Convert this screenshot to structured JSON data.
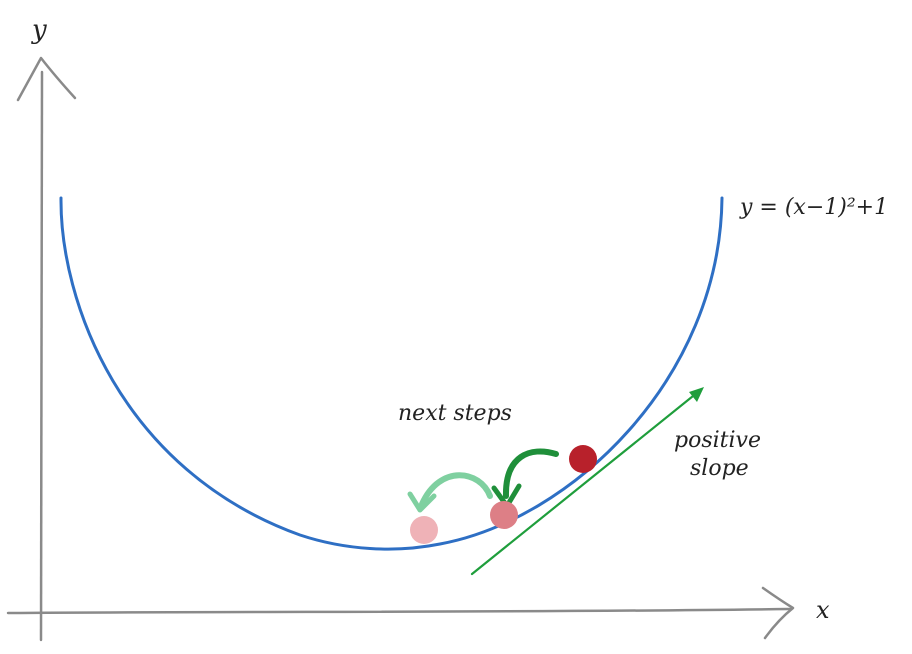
{
  "diagram": {
    "axes": {
      "x_label": "x",
      "y_label": "y"
    },
    "curve": {
      "equation_label": "y = (x−1)²+1",
      "color": "#2e6fc4"
    },
    "annotations": {
      "next_steps": "next steps",
      "slope_line1": "positive",
      "slope_line2": "slope"
    },
    "colors": {
      "axis": "#8a8a8a",
      "tangent": "#1f9e3c",
      "arrow_dark": "#1f8f3a",
      "arrow_light": "#7fd0a0",
      "ball_current": "#b8212b",
      "ball_next": "#dd7f86",
      "ball_final": "#efb2b7"
    },
    "icons": [
      "x-axis-arrowhead-icon",
      "y-axis-arrowhead-icon",
      "tangent-arrowhead-icon"
    ]
  }
}
